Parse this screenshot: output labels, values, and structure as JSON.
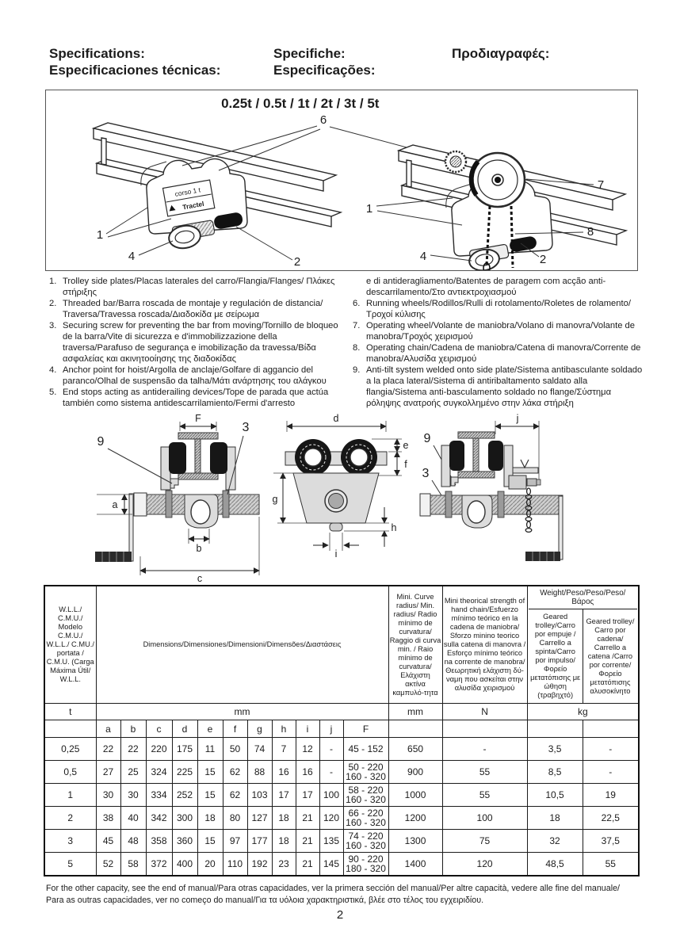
{
  "header": {
    "col1_line1": "Specifications:",
    "col1_line2": "Especificaciones técnicas:",
    "col2_line1": "Specifiche:",
    "col2_line2": "Especificações:",
    "col3_line1": "Προδιαγραφές:"
  },
  "diagram": {
    "title": "0.25t / 0.5t / 1t / 2t / 3t / 5t",
    "nameplate": {
      "line1": "corso 1 t",
      "line2": "Tractel"
    },
    "callouts": {
      "c1": "1",
      "c2": "2",
      "c3": "3",
      "c4": "4",
      "c6": "6",
      "c7": "7",
      "c8": "8",
      "c9": "9"
    },
    "dim_labels": {
      "a": "a",
      "b": "b",
      "c": "c",
      "d": "d",
      "e": "e",
      "f": "f",
      "g": "g",
      "h": "h",
      "i": "i",
      "j": "j",
      "F": "F"
    }
  },
  "legend": {
    "left_items": [
      {
        "num": "1.",
        "text": "Trolley side plates/Placas laterales del carro/Flangia/Flanges/ Πλάκες στήριξης"
      },
      {
        "num": "2.",
        "text": "Threaded bar/Barra roscada de montaje y regulación de distancia/ Traversa/Travessa roscada/Διαδοκίδα με σείρωμα"
      },
      {
        "num": "3.",
        "text": "Securing screw for preventing the bar from moving/Tornillo de bloqueo de la barra/Vite di sicurezza e d'immobilizzazione della traversa/Parafuso de segurança e imobilização da travessa/Βίδα ασφαλείας και ακινητοοίησης της διαδοκίδας"
      },
      {
        "num": "4.",
        "text": "Anchor point for hoist/Argolla de anclaje/Golfare di aggancio del paranco/Olhal de suspensão da talha/Μάτι ανάρτησης του αλάγκου"
      },
      {
        "num": "5.",
        "text": "End stops acting as antiderailing devices/Tope de parada que actúa también como sistema antidescarrilamiento/Fermi d'arresto"
      }
    ],
    "right_items": [
      {
        "num": "",
        "text": "e di antideragliamento/Batentes de paragem com acção anti-descarrilamento/Στο αντιεκτροχιασμού"
      },
      {
        "num": "6.",
        "text": "Running wheels/Rodillos/Rulli di rotolamento/Roletes de rolamento/Τροχοί κύλισης"
      },
      {
        "num": "7.",
        "text": "Operating wheel/Volante de maniobra/Volano di manovra/Volante de manobra/Τροχός χειρισμού"
      },
      {
        "num": "8.",
        "text": "Operating chain/Cadena de maniobra/Catena di manovra/Corrente de manobra/Αλυσίδα χειρισμού"
      },
      {
        "num": "9.",
        "text": "Anti-tilt system welded onto side plate/Sistema antibasculante soldado a la placa lateral/Sistema di antiribaltamento saldato alla flangia/Sistema anti-basculamento soldado no flange/Σύστημα ρόληψης ανατροής συγκολλημένο στην λάκα στήριξη"
      }
    ]
  },
  "table": {
    "header": {
      "wll": "W.L.L./ C.M.U./ Modelo C.M.U./ W.L.L./ C.MU./ portata / C.M.U. (Carga Máxima Útil/ W.L.L.",
      "dimensions": "Dimensions/Dimensiones/Dimensioni/Dimensões/Διαστάσεις",
      "curve_radius": "Mini. Curve radius/ Min. radius/ Radio mínimo de curvatura/ Raggio di curva min. / Raio mínimo de curvatura/ Ελάχιστη ακτίνα καμπυλό-τητα",
      "chain_strength": "Mini theorical strength of hand chain/Esfuerzo mínimo teórico en la cadena de maniobra/ Sforzo minino teorico sulla catena di manovra / Esforço mínimo teórico na corrente de manobra/ Θεωρητική ελάχιστη δύ-ναμη που ασκείται στην αλυσίδα χειρισμού",
      "weight": "Weight/Peso/Peso/Peso/Βάρος",
      "weight_push": "Geared trolley/Carro por empuje / Carrello a spinta/Carro por impulso/ Φορείο μετατόπισης με ώθηση (τραβηχτό)",
      "weight_geared": "Geared trolley/ Carro por cadena/ Carrello a catena /Carro por corrente/ Φορείο μετατόπισης αλυσοκίνητο"
    },
    "units": {
      "t": "t",
      "mm_dims": "mm",
      "mm_radius": "mm",
      "n": "N",
      "kg": "kg"
    },
    "dim_letters": [
      "a",
      "b",
      "c",
      "d",
      "e",
      "f",
      "g",
      "h",
      "i",
      "j",
      "F"
    ],
    "rows": [
      [
        "0,25",
        "22",
        "22",
        "220",
        "175",
        "11",
        "50",
        "74",
        "7",
        "12",
        "-",
        "45 - 152",
        "650",
        "-",
        "3,5",
        "-"
      ],
      [
        "0,5",
        "27",
        "25",
        "324",
        "225",
        "15",
        "62",
        "88",
        "16",
        "16",
        "-",
        "50 - 220\n160 - 320",
        "900",
        "55",
        "8,5",
        "-"
      ],
      [
        "1",
        "30",
        "30",
        "334",
        "252",
        "15",
        "62",
        "103",
        "17",
        "17",
        "100",
        "58 - 220\n160 - 320",
        "1000",
        "55",
        "10,5",
        "19"
      ],
      [
        "2",
        "38",
        "40",
        "342",
        "300",
        "18",
        "80",
        "127",
        "18",
        "21",
        "120",
        "66 - 220\n160 - 320",
        "1200",
        "100",
        "18",
        "22,5"
      ],
      [
        "3",
        "45",
        "48",
        "358",
        "360",
        "15",
        "97",
        "177",
        "18",
        "21",
        "135",
        "74 - 220\n160 - 320",
        "1300",
        "75",
        "32",
        "37,5"
      ],
      [
        "5",
        "52",
        "58",
        "372",
        "400",
        "20",
        "110",
        "192",
        "23",
        "21",
        "145",
        "90 - 220\n180 - 320",
        "1400",
        "120",
        "48,5",
        "55"
      ]
    ]
  },
  "footer": {
    "line1": "For the other capacity, see the end of manual/Para otras capacidades, ver la primera sección del manual/Per altre capacità, vedere alle fine del manuale/",
    "line2": "Para as outras capacidades, ver no começo do manual/Για τα υόλοια χαρακτηριστικά, βλέε στο τέλος του εγχειριδίου.",
    "page_number": "2"
  },
  "colors": {
    "line": "#1c1c1c",
    "metal": "#d9d9d9",
    "paper": "#ffffff"
  }
}
